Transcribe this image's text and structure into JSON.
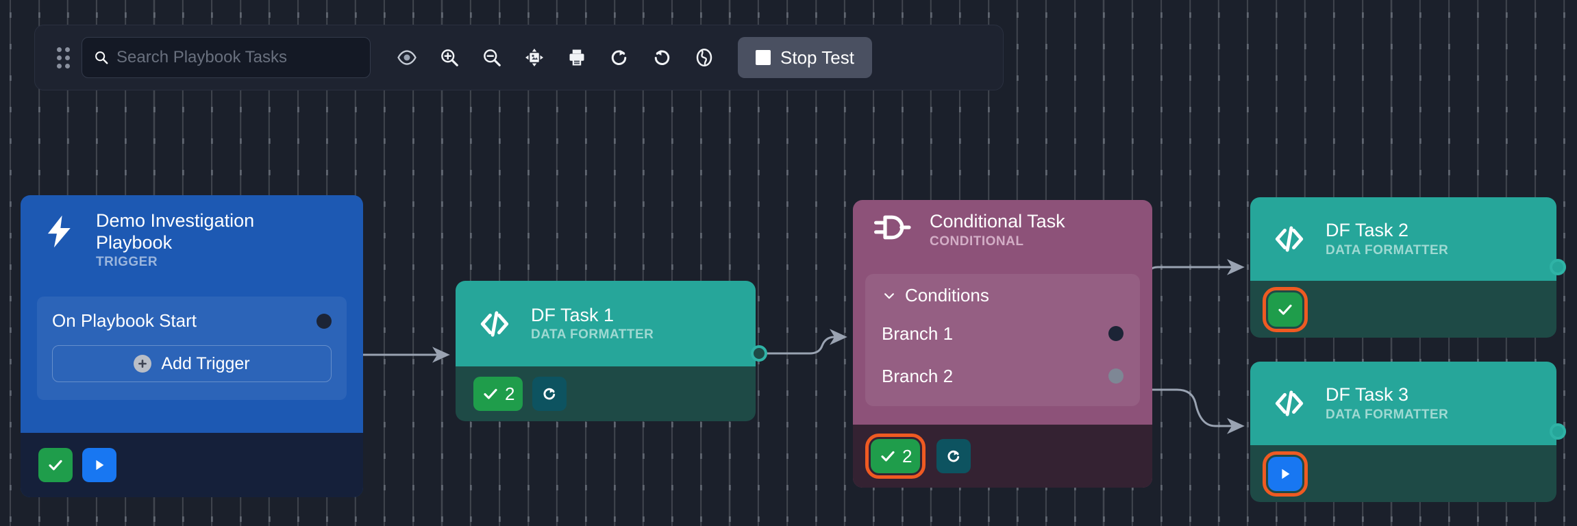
{
  "toolbar": {
    "drag_handle": "drag-handle",
    "search": {
      "value": "",
      "placeholder": "Search Playbook Tasks"
    },
    "buttons": [
      {
        "name": "eye-icon",
        "label": "Preview"
      },
      {
        "name": "zoom-in-icon",
        "label": "Zoom In"
      },
      {
        "name": "zoom-out-icon",
        "label": "Zoom Out"
      },
      {
        "name": "fit-screen-icon",
        "label": "Fit to Screen"
      },
      {
        "name": "print-icon",
        "label": "Print"
      },
      {
        "name": "redo-icon",
        "label": "Redo"
      },
      {
        "name": "undo-icon",
        "label": "Undo"
      },
      {
        "name": "globe-icon",
        "label": "Globe"
      }
    ],
    "stop_test": "Stop Test"
  },
  "colors": {
    "canvas_bg": "#1b202b",
    "trigger_blue": "#1d59b3",
    "task_teal": "#26a69a",
    "task_teal_footer": "#1e4a46",
    "conditional_purple": "#8d5279",
    "success_green": "#1f9d4b",
    "run_blue": "#1877f2",
    "selected_orange": "#ef5a22",
    "retry_teal": "#0d5360",
    "edge_gray": "#9aa3b2"
  },
  "nodes": {
    "trigger": {
      "icon": "lightning-bolt-icon",
      "title": "Demo Investigation Playbook",
      "subtitle": "TRIGGER",
      "trigger_row_label": "On Playbook Start",
      "add_trigger_label": "Add Trigger",
      "footer": [
        {
          "name": "status-success-chip",
          "icon": "check-icon",
          "count": "",
          "selected": false
        },
        {
          "name": "run-chip",
          "icon": "play-icon",
          "count": "",
          "selected": false
        }
      ]
    },
    "df1": {
      "icon": "code-brackets-icon",
      "title": "DF Task 1",
      "subtitle": "DATA FORMATTER",
      "footer": [
        {
          "name": "status-success-chip",
          "icon": "check-icon",
          "count": "2",
          "selected": false
        },
        {
          "name": "retry-chip",
          "icon": "retry-icon",
          "count": "",
          "selected": false
        }
      ]
    },
    "conditional": {
      "icon": "conditional-gate-icon",
      "title": "Conditional Task",
      "subtitle": "CONDITIONAL",
      "conditions_label": "Conditions",
      "branches": [
        {
          "label": "Branch 1",
          "port": "dark"
        },
        {
          "label": "Branch 2",
          "port": "gray"
        }
      ],
      "footer": [
        {
          "name": "status-success-chip",
          "icon": "check-icon",
          "count": "2",
          "selected": true
        },
        {
          "name": "retry-chip",
          "icon": "retry-icon",
          "count": "",
          "selected": false
        }
      ]
    },
    "df2": {
      "icon": "code-brackets-icon",
      "title": "DF Task 2",
      "subtitle": "DATA FORMATTER",
      "footer": [
        {
          "name": "status-success-chip",
          "icon": "check-icon",
          "count": "",
          "selected": true
        }
      ]
    },
    "df3": {
      "icon": "code-brackets-icon",
      "title": "DF Task 3",
      "subtitle": "DATA FORMATTER",
      "footer": [
        {
          "name": "run-chip",
          "icon": "play-icon",
          "count": "",
          "selected": true
        }
      ]
    }
  }
}
